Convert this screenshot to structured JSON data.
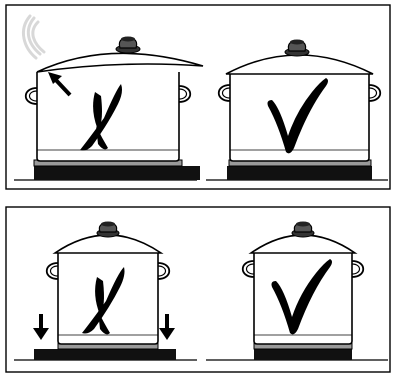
{
  "panels": [
    {
      "id": "lid-fit",
      "left_pot": {
        "verdict": "wrong",
        "mark": "cross",
        "features": [
          "steam-wisps",
          "ill-fitting-lid",
          "escape-arrow"
        ]
      },
      "right_pot": {
        "verdict": "correct",
        "mark": "check",
        "features": [
          "well-fitting-lid"
        ]
      }
    },
    {
      "id": "pot-size",
      "left_pot": {
        "verdict": "wrong",
        "mark": "cross",
        "features": [
          "base-smaller-than-zone",
          "down-arrows-at-zone-edges"
        ]
      },
      "right_pot": {
        "verdict": "correct",
        "mark": "check",
        "features": [
          "base-matches-zone"
        ]
      }
    }
  ],
  "colors": {
    "line": "#000000",
    "pot_fill": "#ffffff",
    "hob_top": "#9a9a9a",
    "zone": "#111111",
    "steam": "#d8d8d8"
  }
}
